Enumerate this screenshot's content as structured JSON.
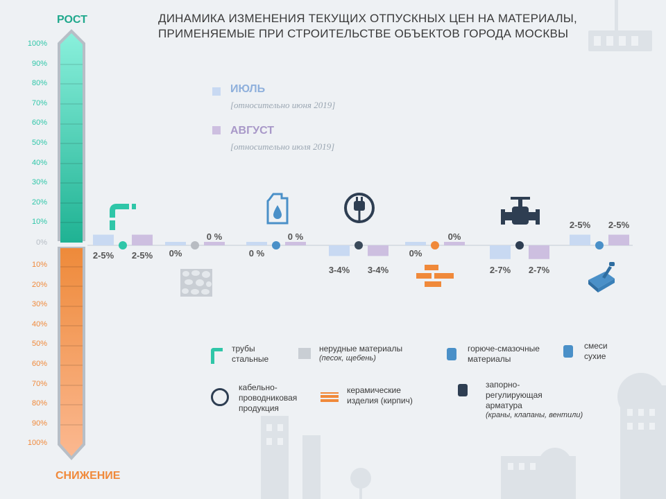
{
  "title_line1": "ДИНАМИКА ИЗМЕНЕНИЯ ТЕКУЩИХ ОТПУСКНЫХ ЦЕН НА МАТЕРИАЛЫ,",
  "title_line2": "ПРИМЕНЯЕМЫЕ ПРИ СТРОИТЕЛЬСТВЕ ОБЪЕКТОВ ГОРОДА МОСКВЫ",
  "scale": {
    "top_label": "РОСТ",
    "bottom_label": "СНИЖЕНИЕ",
    "zero": "0%",
    "up": [
      "100%",
      "90%",
      "80%",
      "70%",
      "60%",
      "50%",
      "40%",
      "30%",
      "20%",
      "10%"
    ],
    "down": [
      "10%",
      "20%",
      "30%",
      "40%",
      "50%",
      "60%",
      "70%",
      "80%",
      "90%",
      "100%"
    ],
    "colors": {
      "growth": "#2fc6a8",
      "decline": "#f0893a"
    }
  },
  "legend": {
    "july": {
      "label": "ИЮЛЬ",
      "note": "[относительно июня 2019]",
      "color": "#c8d9f2"
    },
    "august": {
      "label": "АВГУСТ",
      "note": "[относительно июля 2019]",
      "color": "#cdbfe0"
    }
  },
  "chart_data": {
    "type": "bar",
    "categories": [
      "трубы стальные",
      "нерудные материалы",
      "горюче-смазочные материалы",
      "кабельно-проводниковая продукция",
      "керамические изделия (кирпич)",
      "запорно-регулирующая арматура",
      "смеси сухие"
    ],
    "series": [
      {
        "name": "ИЮЛЬ",
        "labels": [
          "2-5%",
          "0%",
          "0 %",
          "3-4%",
          "0%",
          "2-7%",
          "2-5%"
        ],
        "values": [
          3.5,
          0,
          0,
          -3.5,
          0,
          -4.5,
          3.5
        ]
      },
      {
        "name": "АВГУСТ",
        "labels": [
          "2-5%",
          "0 %",
          "0 %",
          "3-4%",
          "0%",
          "2-7%",
          "2-5%"
        ],
        "values": [
          3.5,
          0,
          0,
          -3.5,
          0,
          -4.5,
          3.5
        ]
      }
    ],
    "dot_colors": [
      "#2fc6a8",
      "#b8bcc2",
      "#4a90c8",
      "#3a4a5a",
      "#f0893a",
      "#2e3e52",
      "#4a90c8"
    ],
    "ylim": [
      -100,
      100
    ]
  },
  "icon_legend": [
    {
      "label": "трубы\nстальные",
      "sub": "",
      "icon": "pipe-icon"
    },
    {
      "label": "нерудные материалы",
      "sub": "(песок, щебень)",
      "icon": "gravel-icon"
    },
    {
      "label": "горюче-смазочные\nматериалы",
      "sub": "",
      "icon": "canister-icon"
    },
    {
      "label": "смеси\nсухие",
      "sub": "",
      "icon": "trowel-icon"
    },
    {
      "label": "кабельно-\nпроводниковая\nпродукция",
      "sub": "",
      "icon": "plug-icon"
    },
    {
      "label": "керамические\nизделия (кирпич)",
      "sub": "",
      "icon": "brick-icon"
    },
    {
      "label": "запорно-\nрегулирующая\nарматура",
      "sub": "(краны, клапаны, вентили)",
      "icon": "valve-icon"
    }
  ]
}
